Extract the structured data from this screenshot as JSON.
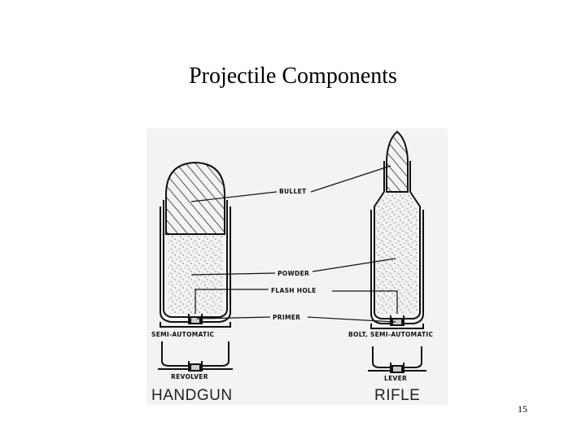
{
  "slide": {
    "title": "Projectile Components",
    "page_number": "15"
  },
  "diagram": {
    "labels": {
      "bullet": "BULLET",
      "powder": "POWDER",
      "flash_hole": "FLASH   HOLE",
      "primer": "PRIMER"
    },
    "captions": {
      "semi_automatic": "SEMI-AUTOMATIC",
      "revolver": "REVOLVER",
      "bolt_semi_automatic": "BOLT,  SEMI-AUTOMATIC",
      "lever": "LEVER",
      "handgun": "HANDGUN",
      "rifle": "RIFLE"
    }
  }
}
